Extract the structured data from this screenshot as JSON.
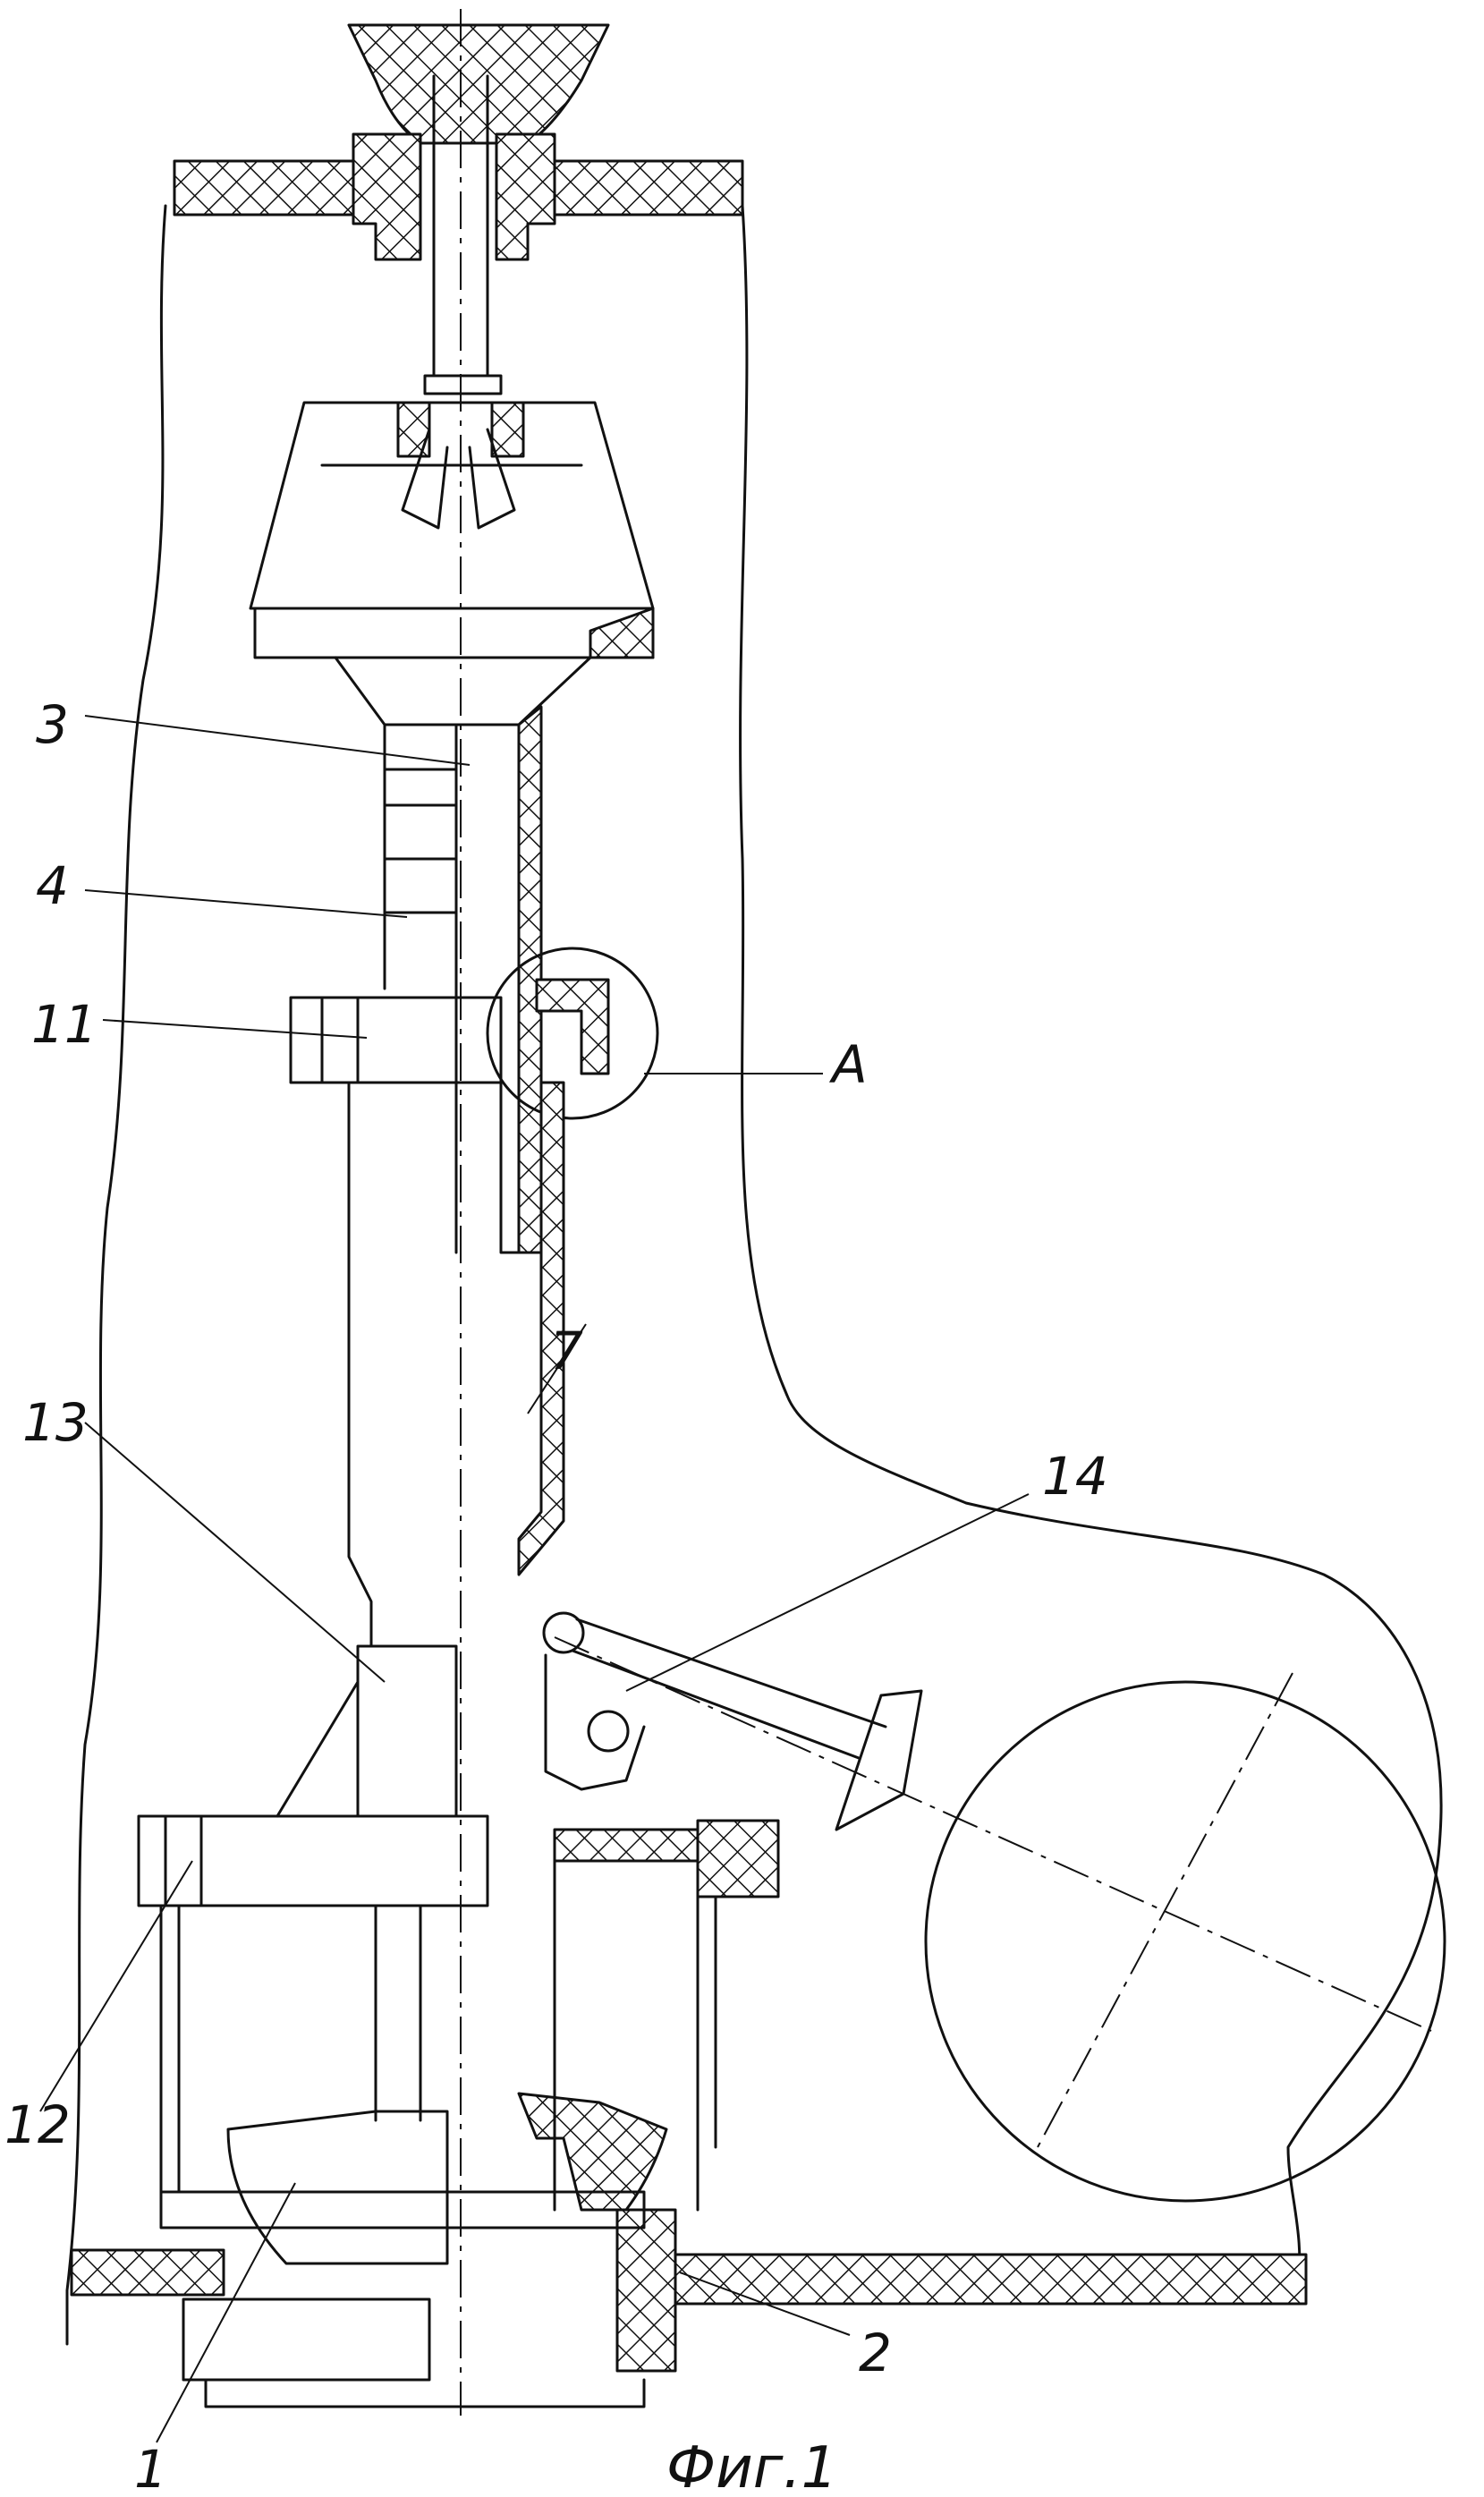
{
  "labels": [
    {
      "id": "1",
      "text": "1"
    },
    {
      "id": "2",
      "text": "2"
    },
    {
      "id": "3",
      "text": "3"
    },
    {
      "id": "4",
      "text": "4"
    },
    {
      "id": "7",
      "text": "7"
    },
    {
      "id": "11",
      "text": "11"
    },
    {
      "id": "12",
      "text": "12"
    },
    {
      "id": "13",
      "text": "13"
    },
    {
      "id": "14",
      "text": "14"
    },
    {
      "id": "A",
      "text": "A"
    }
  ],
  "caption": "Фиг.1"
}
